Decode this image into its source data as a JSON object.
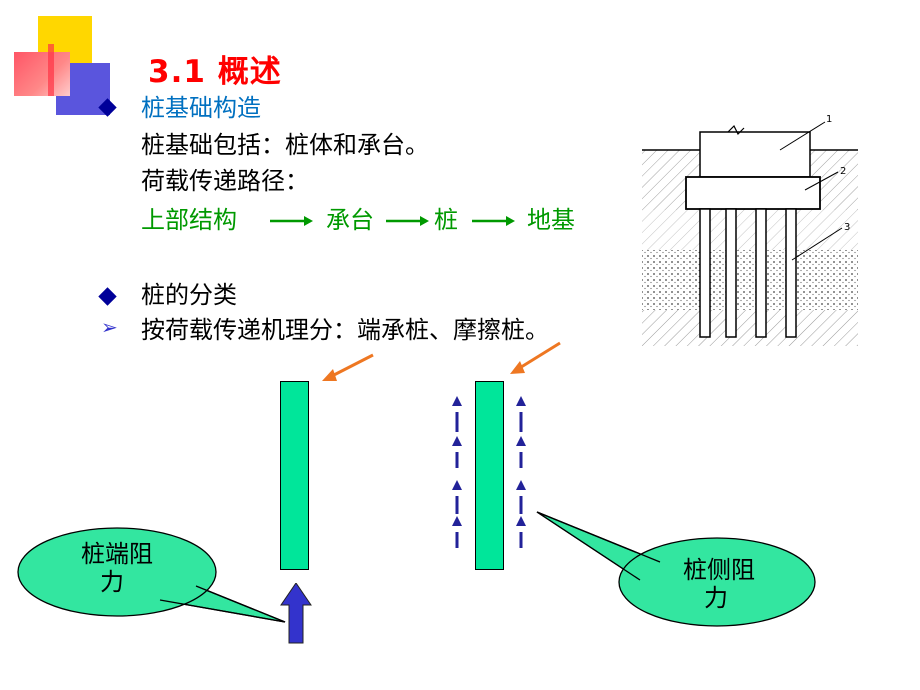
{
  "slide": {
    "title": "3.1  概述",
    "section1": {
      "heading": "桩基础构造",
      "line1": "桩基础包括：桩体和承台。",
      "line2": "荷载传递路径：",
      "flow": [
        "上部结构",
        "承台",
        "桩",
        "地基"
      ]
    },
    "section2": {
      "heading": "桩的分类",
      "sub": "按荷载传递机理分：端承桩、摩擦桩。"
    },
    "diagram_labels": [
      "1",
      "2",
      "3"
    ],
    "callouts": {
      "end_resistance": [
        "桩端阻",
        "力"
      ],
      "side_resistance": [
        "桩侧阻",
        "力"
      ]
    }
  },
  "colors": {
    "title": "#ff0000",
    "heading": "#0070c0",
    "flow": "#009900",
    "pile": "#00e69a",
    "callout": "#33e6a0",
    "pointer": "#ee7722",
    "force_arrow": "#3333cc"
  }
}
